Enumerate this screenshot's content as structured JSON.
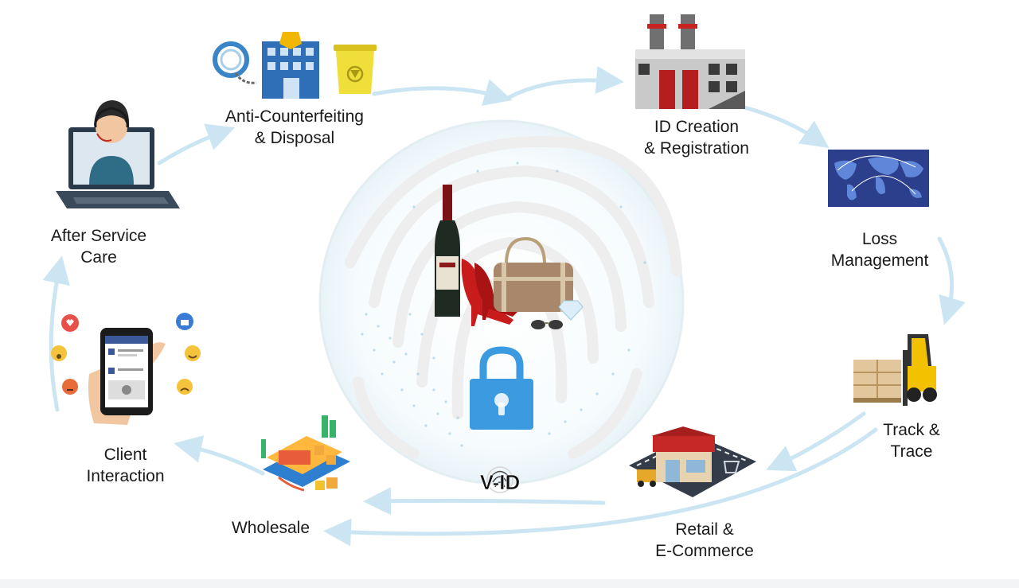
{
  "center": {
    "logo_text": "V-ID"
  },
  "stages": [
    {
      "key": "anti_counterfeiting",
      "line1": "Anti-Counterfeiting",
      "line2": "& Disposal",
      "icon": "handcuffs-police-station-bin-icon"
    },
    {
      "key": "id_creation",
      "line1": "ID Creation",
      "line2": "& Registration",
      "icon": "factory-icon"
    },
    {
      "key": "loss_management",
      "line1": "Loss",
      "line2": "Management",
      "icon": "world-map-icon"
    },
    {
      "key": "track_trace",
      "line1": "Track &",
      "line2": "Trace",
      "icon": "forklift-icon"
    },
    {
      "key": "retail",
      "line1": "Retail &",
      "line2": "E-Commerce",
      "icon": "store-icon"
    },
    {
      "key": "wholesale",
      "line1": "Wholesale",
      "line2": "",
      "icon": "warehouse-phone-icon"
    },
    {
      "key": "client_interaction",
      "line1": "Client",
      "line2": "Interaction",
      "icon": "smartphone-social-icon"
    },
    {
      "key": "after_service",
      "line1": "After Service",
      "line2": "Care",
      "icon": "support-agent-laptop-icon"
    }
  ],
  "colors": {
    "arrow": "#cbe6f2",
    "lock": "#3c9be0",
    "accent_dot": "#6db3d9",
    "text": "#1a1a1a"
  }
}
